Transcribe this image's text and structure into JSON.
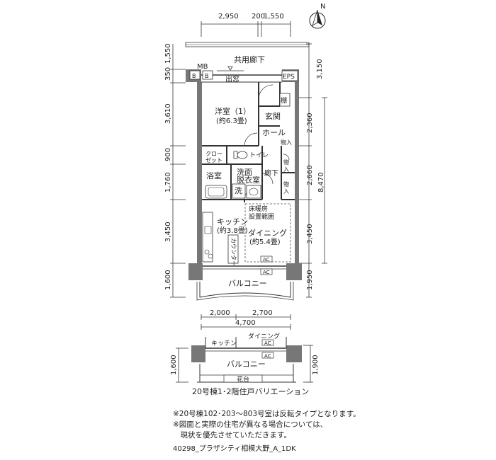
{
  "compass": {
    "north": "N"
  },
  "dims_top": [
    "2,950",
    "200",
    "1,550"
  ],
  "dims_left": [
    "1,550",
    "350",
    "3,610",
    "900",
    "1,760",
    "3,450",
    "1,600"
  ],
  "dims_right": [
    "3,150",
    "2,360",
    "2,660",
    "8,470",
    "3,450",
    "1,950"
  ],
  "dims_bottom": [
    "2,000",
    "2,700",
    "4,700"
  ],
  "dims_lower_left": "1,600",
  "dims_lower_right": "1,900",
  "labels": {
    "corridor": "共用廊下",
    "mb": "MB",
    "b": "B",
    "window": "出窓",
    "eps": "EPS",
    "shelf": "棚",
    "western_room": "洋室（1）",
    "western_room_size": "(約6.3畳)",
    "entrance": "玄関",
    "hall": "ホール",
    "storage": "物入",
    "closet": "クロー\nゼット",
    "toilet": "トイレ",
    "bathroom": "浴室",
    "washroom": "洗面",
    "dressing": "脱衣室",
    "washer": "洗",
    "hallway": "廊下",
    "floor_heating": "床暖房",
    "floor_heating2": "設置範囲",
    "kitchen": "キッチン",
    "kitchen_size": "(約3.8畳)",
    "counter": "カウンター",
    "dining": "ダイニング",
    "dining_size": "(約5.4畳)",
    "ac": "AC",
    "balcony": "バルコニー",
    "planter": "花台"
  },
  "caption": "20号棟1･2階住戸バリエーション",
  "notes": [
    "※20号棟102･203〜803号室は反転タイプとなります。",
    "※図面と実際の住宅が異なる場合については、",
    "　現状を優先させていただきます。"
  ],
  "footer": "40298_プラザシティ相模大野_A_1DK"
}
